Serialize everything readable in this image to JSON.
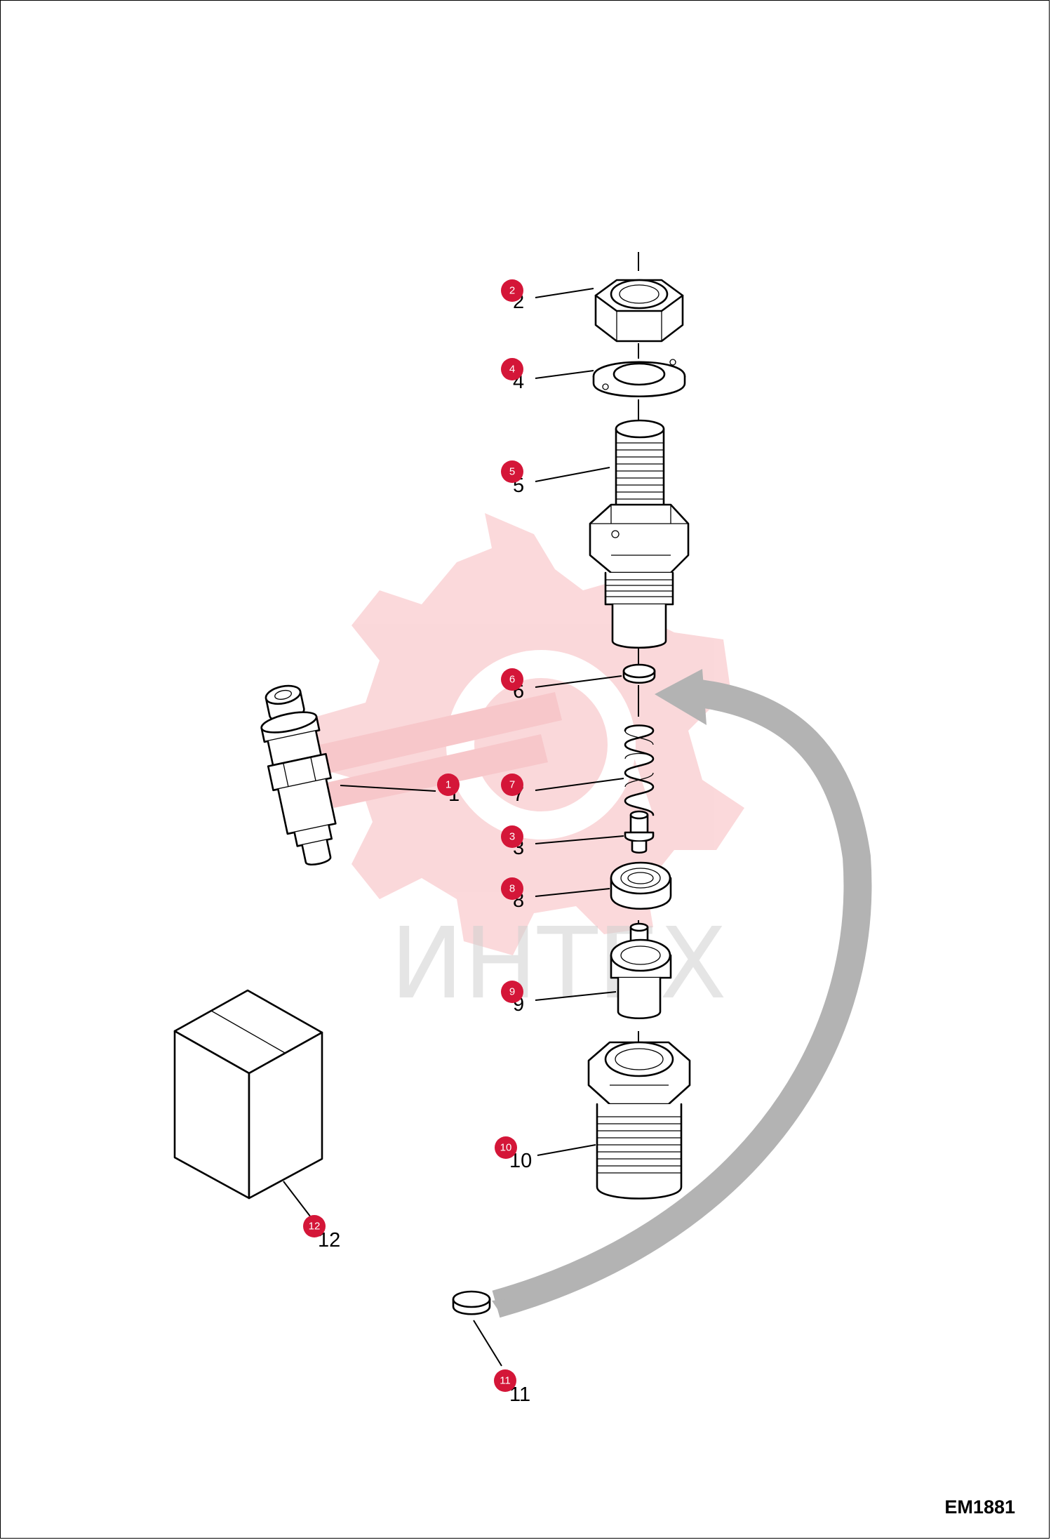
{
  "drawing_code": "EM1881",
  "watermark_text": "ИНТЕХ",
  "colors": {
    "badge": "#d41638",
    "watermark": "#f4a0a6",
    "arrow": "#b3b3b3",
    "line": "#000000"
  },
  "parts": [
    {
      "id": "1",
      "label": "1"
    },
    {
      "id": "2",
      "label": "2"
    },
    {
      "id": "3",
      "label": "3"
    },
    {
      "id": "4",
      "label": "4"
    },
    {
      "id": "5",
      "label": "5"
    },
    {
      "id": "6",
      "label": "6"
    },
    {
      "id": "7",
      "label": "7"
    },
    {
      "id": "8",
      "label": "8"
    },
    {
      "id": "9",
      "label": "9"
    },
    {
      "id": "10",
      "label": "10"
    },
    {
      "id": "11",
      "label": "11"
    },
    {
      "id": "12",
      "label": "12"
    }
  ]
}
